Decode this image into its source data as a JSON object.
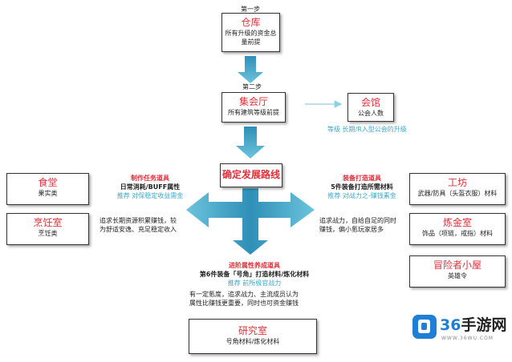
{
  "steps": {
    "step1": "第一步",
    "step2": "第二步"
  },
  "warehouse": {
    "title": "仓库",
    "desc_line1": "所有升级的资金总",
    "desc_line2": "量前提"
  },
  "hall": {
    "title": "集会厅",
    "desc": "所有建筑等级前提"
  },
  "guild": {
    "title": "会馆",
    "desc": "公会人数",
    "note_prefix": "等级",
    "note": "长期/R入型公会的升级"
  },
  "center": {
    "title": "确定发展路线"
  },
  "left_branch": {
    "red": "制作任务道具",
    "bold": "日常消耗/BUFF属性",
    "teal_prefix": "推荐",
    "teal": "对保稳定收益需金",
    "desc_line1": "追求长期资源积累赚钱，较",
    "desc_line2": "为舒适安逸、充足稳定收入"
  },
  "canteen": {
    "title": "食堂",
    "desc": "果实类"
  },
  "cookhouse": {
    "title": "烹饪室",
    "desc": "烹饪类"
  },
  "right_branch": {
    "red": "装备打造道具",
    "bold": "5件装备打造所需材料",
    "teal_prefix": "推荐",
    "teal": "对战力之-赚钱素金",
    "desc_line1": "追求战力，自给自足的同时",
    "desc_line2": "赚钱，偏小氪玩家居多"
  },
  "workshop": {
    "title": "工坊",
    "desc": "武器/防具（头盔衣服）材料"
  },
  "alchemy": {
    "title": "炼金室",
    "desc": "饰品（项链，戒指）材料"
  },
  "adventurer": {
    "title": "冒险者小屋",
    "desc": "英雄令"
  },
  "bottom_branch": {
    "red": "进阶属性养成道具",
    "bold": "第6件装备「号角」打造材料/炼化材料",
    "teal_prefix": "推荐",
    "teal": "前所极官战力",
    "desc_line1": "有一定氪度，追求战力、主流成员认为",
    "desc_line2": "属性比赚钱更重要，同时也可资金赚钱"
  },
  "lab": {
    "title": "研究室",
    "desc": "号角材料/炼化材料"
  },
  "watermark": {
    "brand_num": "36",
    "brand_text": "手游网",
    "url": "WWW.36WU.COM"
  }
}
